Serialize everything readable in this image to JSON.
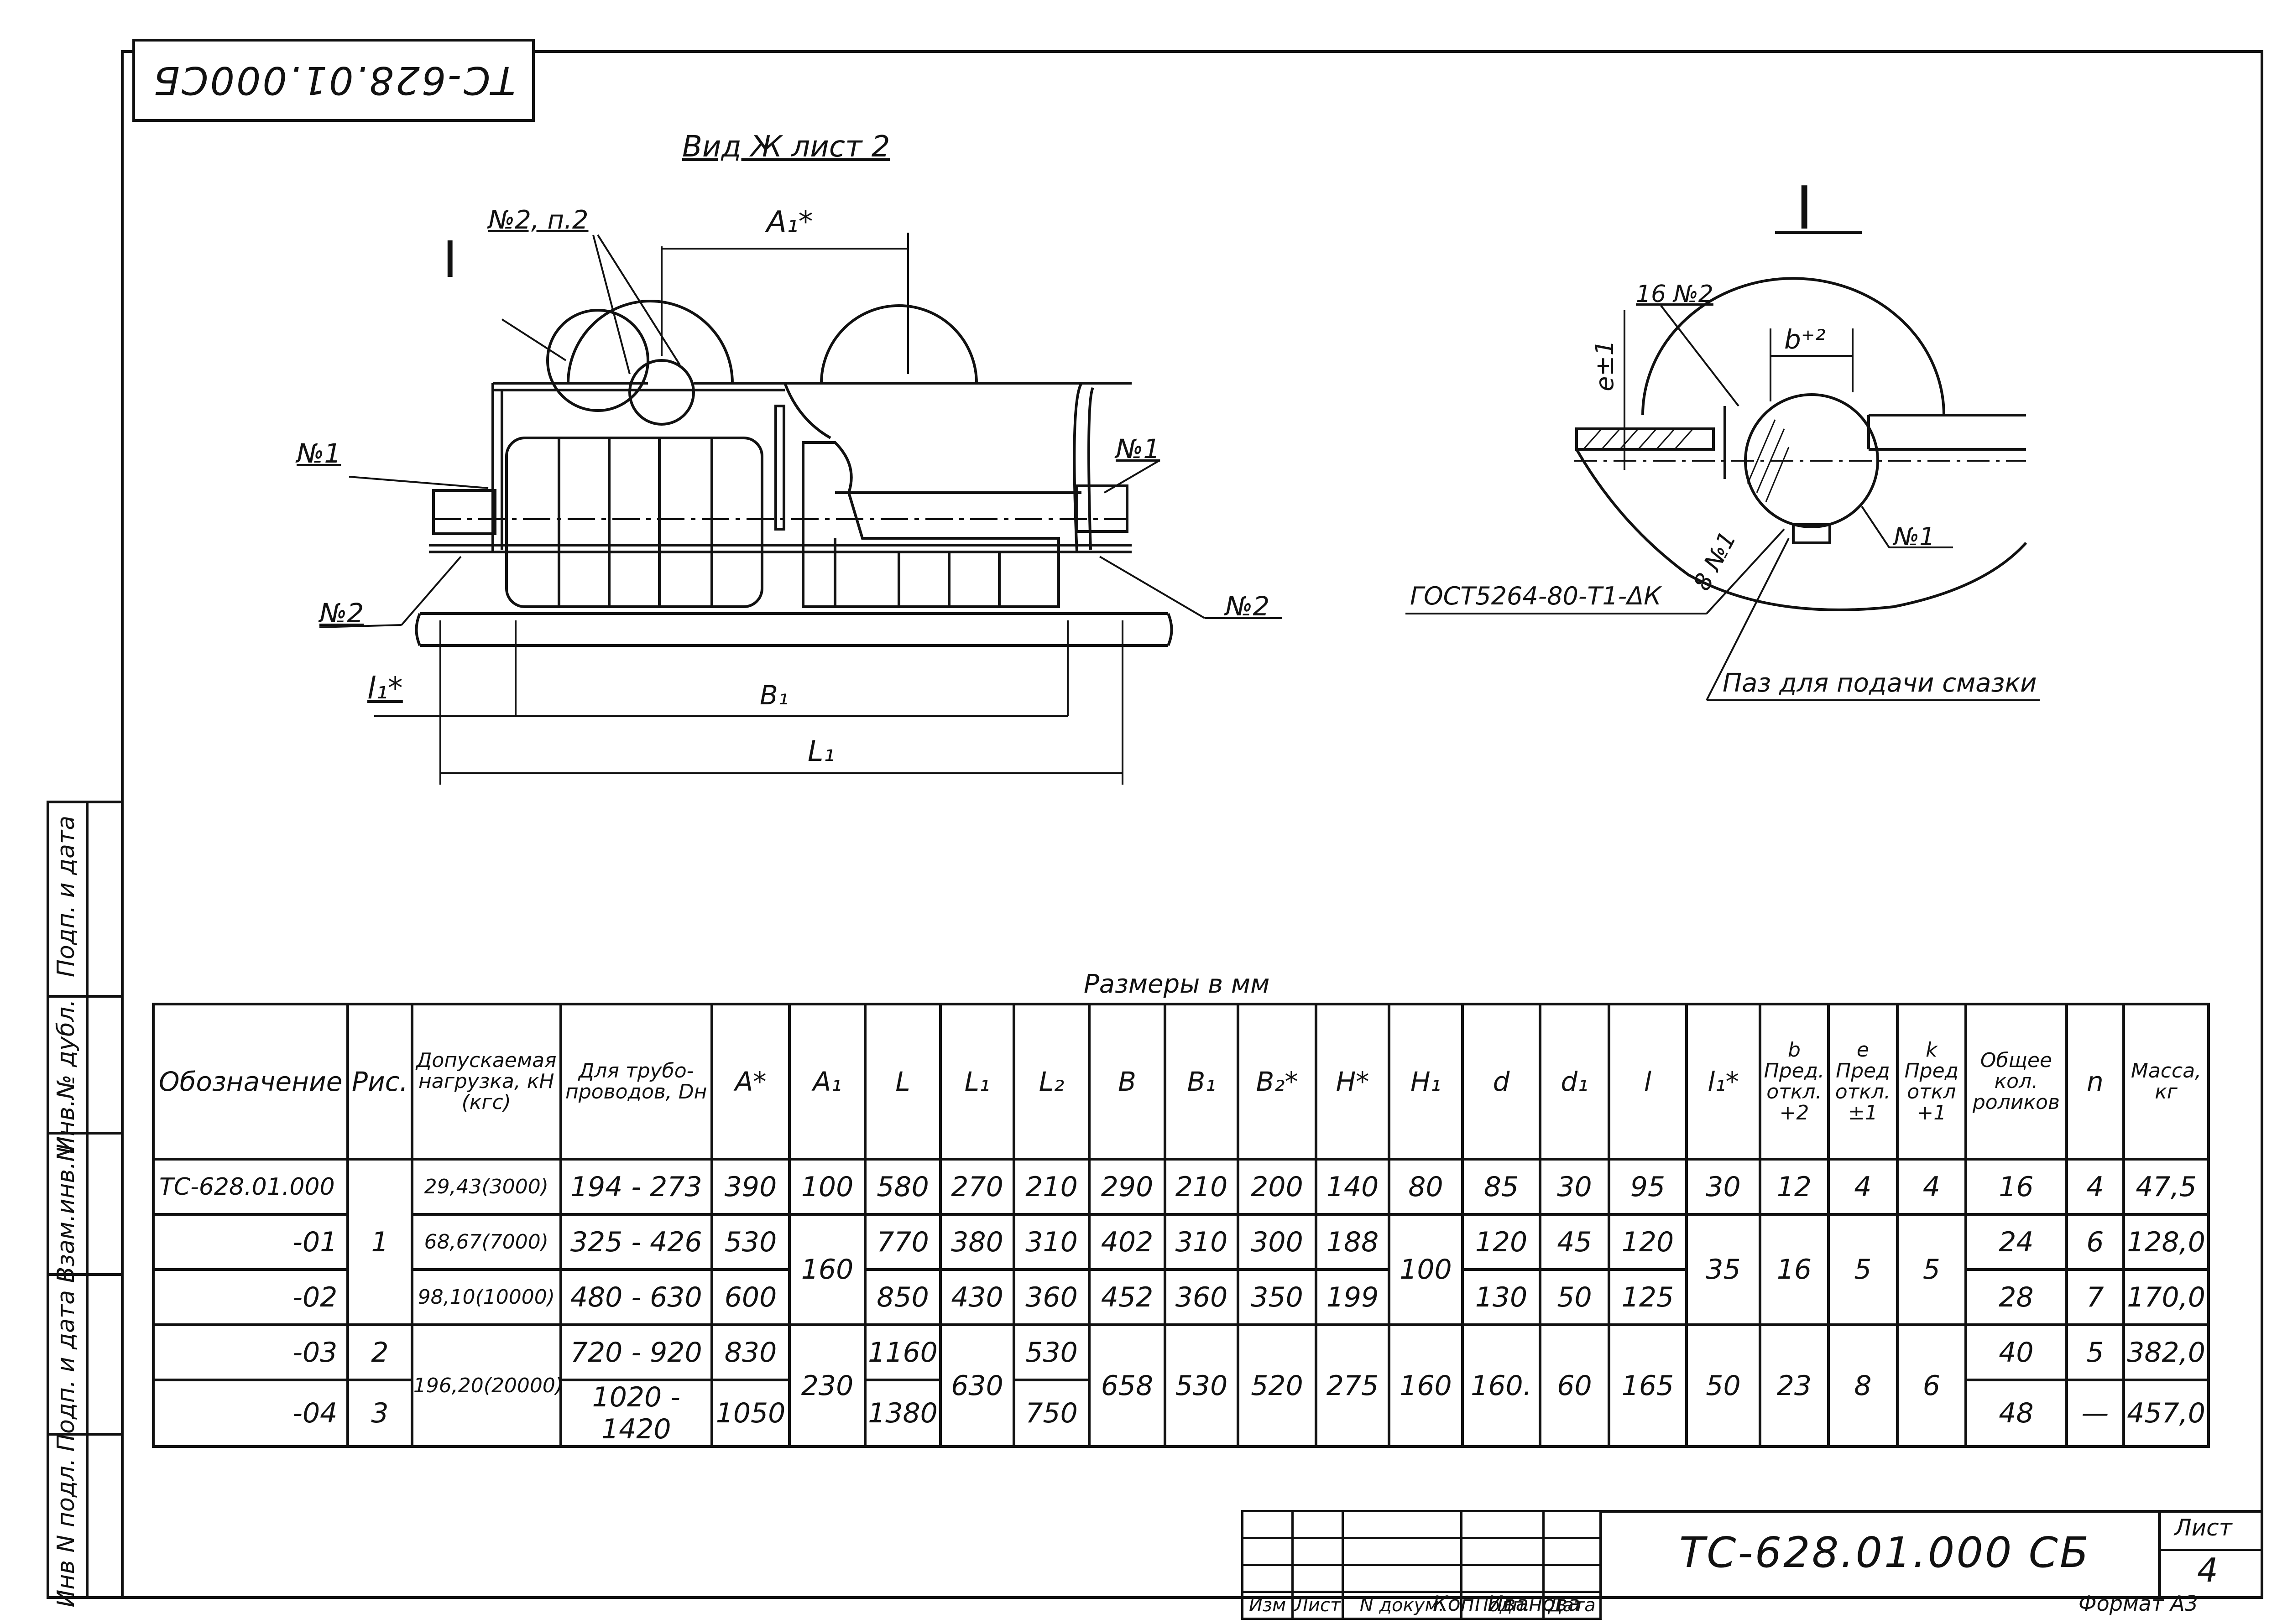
{
  "stamp_top": "ТС-628.01.000СБ",
  "view_title": "Вид Ж лист 2",
  "detail_title": "I",
  "left_view": {
    "callout_roman": "I",
    "label_n2_p2": "№2, п.2",
    "dim_a1": "A₁*",
    "label_n1_left": "№1",
    "label_n1_right": "№1",
    "label_n2_left": "№2",
    "label_n2_right": "№2",
    "dim_l1_star": "l₁*",
    "dim_b1": "B₁",
    "dim_L1": "L₁"
  },
  "detail_view": {
    "label_16_n2": "16 №2",
    "dim_b": "b⁺²",
    "dim_e": "e±1",
    "label_8_n1": "8 №1",
    "label_n1": "№1",
    "weld_spec": "ГОСТ5264-80-Т1-ΔК",
    "grease_groove": "Паз для подачи смазки"
  },
  "side_stamps": [
    "Инв N подл.",
    "Подп. и дата",
    "Взам.инв.N",
    "Инв.№ дубл.",
    "Подп. и дата"
  ],
  "table_caption": "Размеры в мм",
  "table_headers": [
    "Обозначение",
    "Рис.",
    "Допускаемая нагрузка, кН (кгс)",
    "Для трубо-проводов, Dн",
    "A*",
    "A₁",
    "L",
    "L₁",
    "L₂",
    "B",
    "B₁",
    "B₂*",
    "H*",
    "H₁",
    "d",
    "d₁",
    "l",
    "l₁*",
    "b Пред. откл. +2",
    "e Пред откл. ±1",
    "k Пред откл +1",
    "Общее кол. роликов",
    "n",
    "Масса, кг"
  ],
  "table_rows": [
    {
      "code": "ТС-628.01.000",
      "ris": "1",
      "load": "29,43(3000)",
      "dn": "194 - 273",
      "a": "390",
      "a1": "100",
      "L": "580",
      "L1": "270",
      "L2": "210",
      "B": "290",
      "B1": "210",
      "B2": "200",
      "H": "140",
      "H1": "80",
      "d": "85",
      "d1": "30",
      "l": "95",
      "l1": "30",
      "b": "12",
      "e": "4",
      "k": "4",
      "rollers": "16",
      "n": "4",
      "mass": "47,5"
    },
    {
      "code": "-01",
      "load": "68,67(7000)",
      "dn": "325 - 426",
      "a": "530",
      "L": "770",
      "L1": "380",
      "L2": "310",
      "B": "402",
      "B1": "310",
      "B2": "300",
      "H": "188",
      "d": "120",
      "d1": "45",
      "l": "120",
      "rollers": "24",
      "n": "6",
      "mass": "128,0"
    },
    {
      "code": "-02",
      "load": "98,10(10000)",
      "dn": "480 - 630",
      "a": "600",
      "L": "850",
      "L1": "430",
      "L2": "360",
      "B": "452",
      "B1": "360",
      "B2": "350",
      "H": "199",
      "d": "130",
      "d1": "50",
      "l": "125",
      "rollers": "28",
      "n": "7",
      "mass": "170,0"
    },
    {
      "code": "-03",
      "ris": "2",
      "dn": "720 - 920",
      "a": "830",
      "L": "1160",
      "L2": "530",
      "rollers": "40",
      "n": "5",
      "mass": "382,0"
    },
    {
      "code": "-04",
      "ris": "3",
      "dn": "1020 - 1420",
      "a": "1050",
      "L": "1380",
      "L2": "750",
      "rollers": "48",
      "n": "—",
      "mass": "457,0"
    }
  ],
  "table_merged": {
    "a1_mid": "160",
    "h1_mid": "100",
    "l1_mid": "35",
    "b_mid": "16",
    "e_mid": "5",
    "k_mid": "5",
    "load_bot": "196,20(20000)",
    "a1_bot": "230",
    "L1_bot": "630",
    "B_bot": "658",
    "B1_bot": "530",
    "B2_bot": "520",
    "H_bot": "275",
    "H1_bot": "160",
    "d_bot": "160.",
    "d1_bot": "60",
    "l_bot": "165",
    "l1_bot": "50",
    "b_bot": "23",
    "e_bot": "8",
    "k_bot": "6"
  },
  "title_block": {
    "cols": [
      "Изм",
      "Лист",
      "N докум.",
      "Подп.",
      "Дата"
    ],
    "designation": "ТС-628.01.000 СБ",
    "sheet_label": "Лист",
    "sheet_no": "4",
    "copied": "Коп. Иванова",
    "format": "Формат А3"
  }
}
